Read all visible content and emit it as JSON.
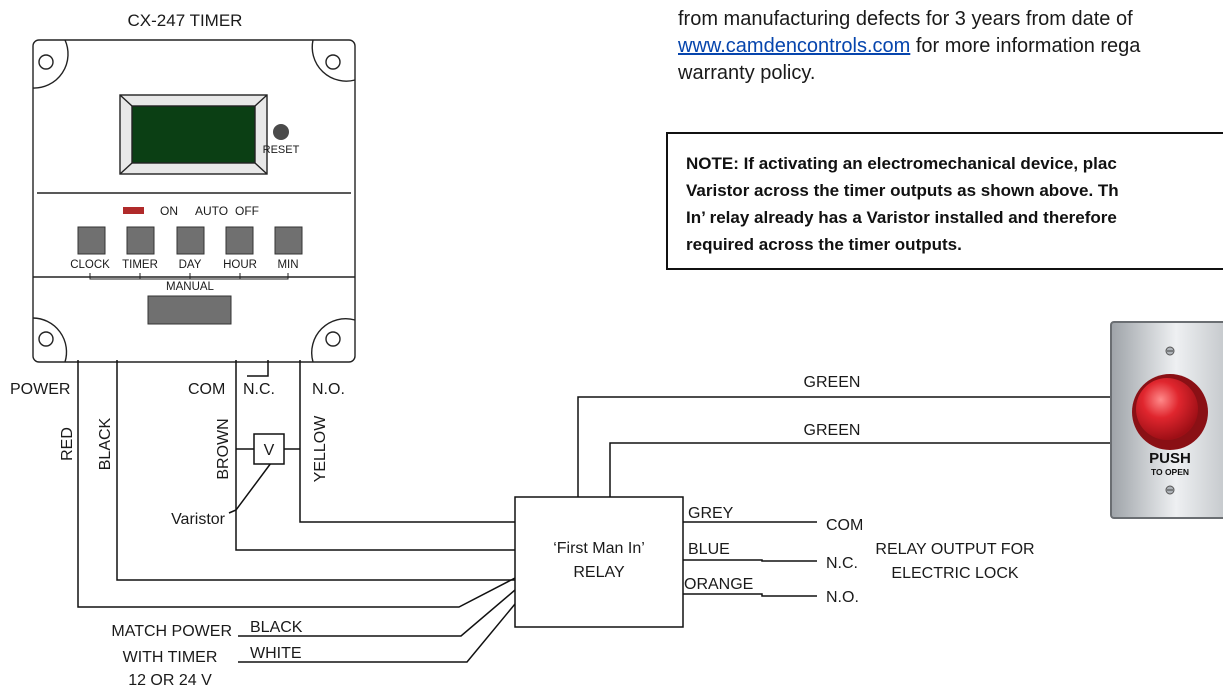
{
  "timer": {
    "title": "CX-247 TIMER",
    "reset_label": "RESET",
    "mode_labels": {
      "on": "ON",
      "auto": "AUTO",
      "off": "OFF"
    },
    "buttons": [
      "CLOCK",
      "TIMER",
      "DAY",
      "HOUR",
      "MIN"
    ],
    "manual_label": "MANUAL"
  },
  "terminals": {
    "power": "POWER",
    "com": "COM",
    "nc": "N.C.",
    "no": "N.O."
  },
  "wires": {
    "red": "RED",
    "black": "BLACK",
    "brown": "BROWN",
    "yellow": "YELLOW",
    "green_1": "GREEN",
    "green_2": "GREEN",
    "grey": "GREY",
    "blue": "BLUE",
    "orange": "ORANGE",
    "black_power": "BLACK",
    "white_power": "WHITE"
  },
  "varistor": {
    "symbol": "V",
    "label": "Varistor"
  },
  "relay": {
    "line1": "‘First Man In’",
    "line2": "RELAY"
  },
  "relay_outputs": {
    "com": "COM",
    "nc": "N.C.",
    "no": "N.O.",
    "caption_line1": "RELAY OUTPUT FOR",
    "caption_line2": "ELECTRIC LOCK"
  },
  "power_match": {
    "line1": "MATCH POWER",
    "line2": "WITH TIMER",
    "line3": "12 OR 24 V"
  },
  "push_button": {
    "line1": "PUSH",
    "line2": "TO OPEN"
  },
  "warranty": {
    "line1": "from manufacturing defects for 3 years from date of",
    "link": "www.camdencontrols.com",
    "line2_rest": " for more information rega",
    "line3": "warranty policy."
  },
  "note": {
    "line1": "NOTE: If activating an electromechanical device, plac",
    "line2": "Varistor across the timer outputs as shown above. Th",
    "line3": "In’ relay already has a Varistor installed and therefore",
    "line4": "required across the timer outputs."
  }
}
